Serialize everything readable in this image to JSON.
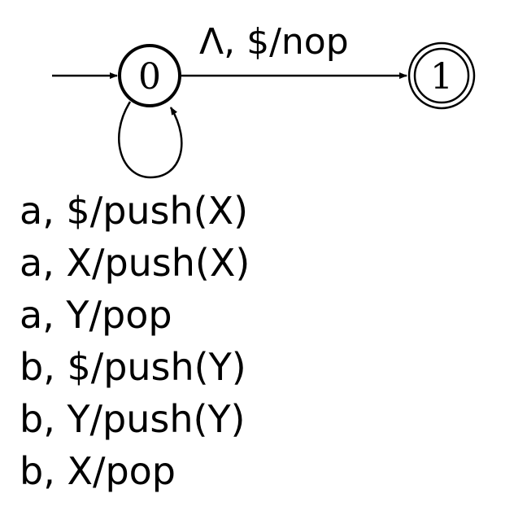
{
  "states": [
    {
      "id": "0",
      "label": "0",
      "initial": true,
      "accepting": false
    },
    {
      "id": "1",
      "label": "1",
      "initial": false,
      "accepting": true
    }
  ],
  "transitions": {
    "edge_0_1": "Λ, $/nop",
    "loop_0": [
      "a, $/push(X)",
      "a, X/push(X)",
      "a, Y/pop",
      "b, $/push(Y)",
      "b, Y/push(Y)",
      "b, X/pop"
    ]
  }
}
